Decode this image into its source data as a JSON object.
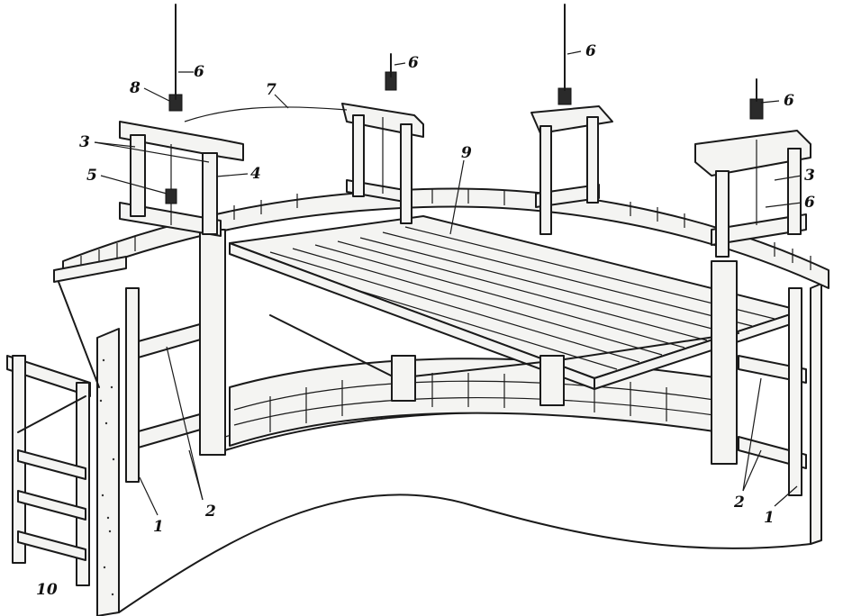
{
  "labels": {
    "l1_left": "1",
    "l1_right": "1",
    "l2_left": "2",
    "l2_right": "2",
    "l3_left": "3",
    "l3_right": "3",
    "l4": "4",
    "l5": "5",
    "l6_a": "6",
    "l6_b": "6",
    "l6_c": "6",
    "l6_d": "6",
    "l6_e": "6",
    "l7": "7",
    "l8": "8",
    "l9": "9",
    "l10": "10"
  }
}
